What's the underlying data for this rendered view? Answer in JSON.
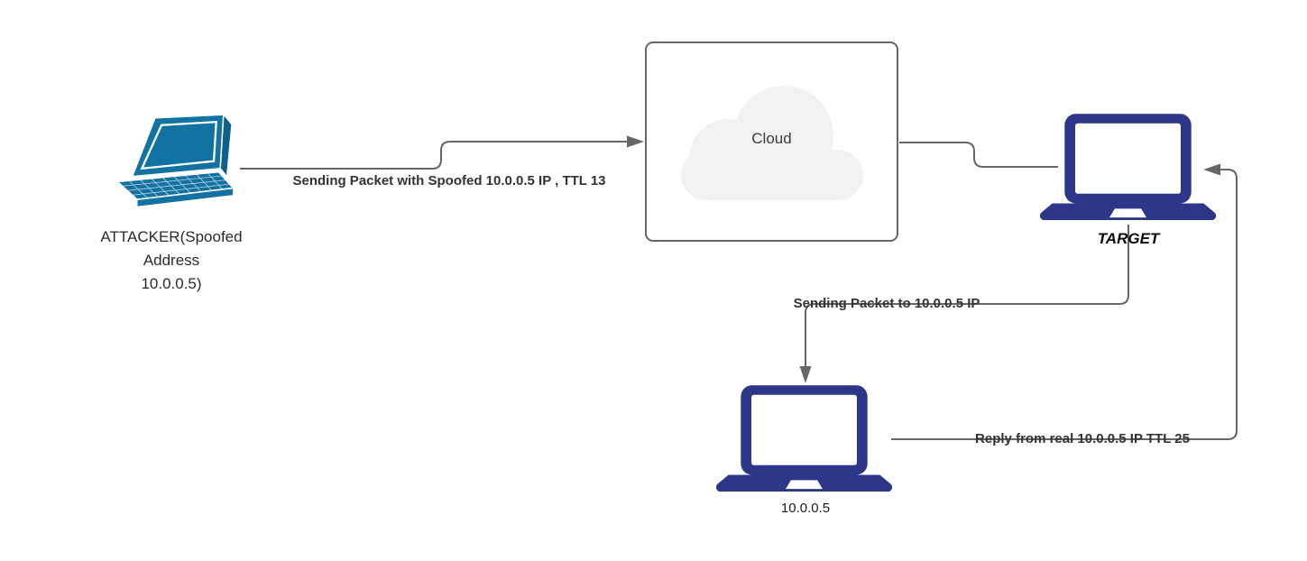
{
  "diagram": {
    "title_hint": "IP spoofing / TTL probe network diagram",
    "nodes": {
      "attacker": {
        "label": "ATTACKER(Spoofed\nAddress\n10.0.0.5)",
        "icon": "laptop-3d-icon"
      },
      "cloud": {
        "label": "Cloud",
        "icon": "cloud-icon"
      },
      "target": {
        "label": "TARGET",
        "icon": "laptop-icon"
      },
      "real_host": {
        "label": "10.0.0.5",
        "icon": "laptop-icon"
      }
    },
    "edges": {
      "attacker_to_cloud": {
        "label": "Sending Packet with Spoofed 10.0.0.5 IP , TTL 13",
        "from": "attacker",
        "to": "cloud",
        "arrow": "end"
      },
      "cloud_to_target": {
        "label": "",
        "from": "cloud",
        "to": "target",
        "arrow": "none"
      },
      "target_to_real": {
        "label": "Sending Packet to 10.0.0.5 IP",
        "from": "target",
        "to": "real_host",
        "arrow": "end"
      },
      "real_to_target": {
        "label": "Reply from real 10.0.0.5 IP TTL 25",
        "from": "real_host",
        "to": "target",
        "arrow": "end"
      }
    },
    "colors": {
      "attacker_laptop": "#1272A2",
      "attacker_laptop_dark": "#0E5F8B",
      "navy_laptop": "#2C3789",
      "connector": "#666666",
      "cloud_fill": "#F2F2F2",
      "box_border": "#666666",
      "edge_label_text": "#333333"
    }
  }
}
